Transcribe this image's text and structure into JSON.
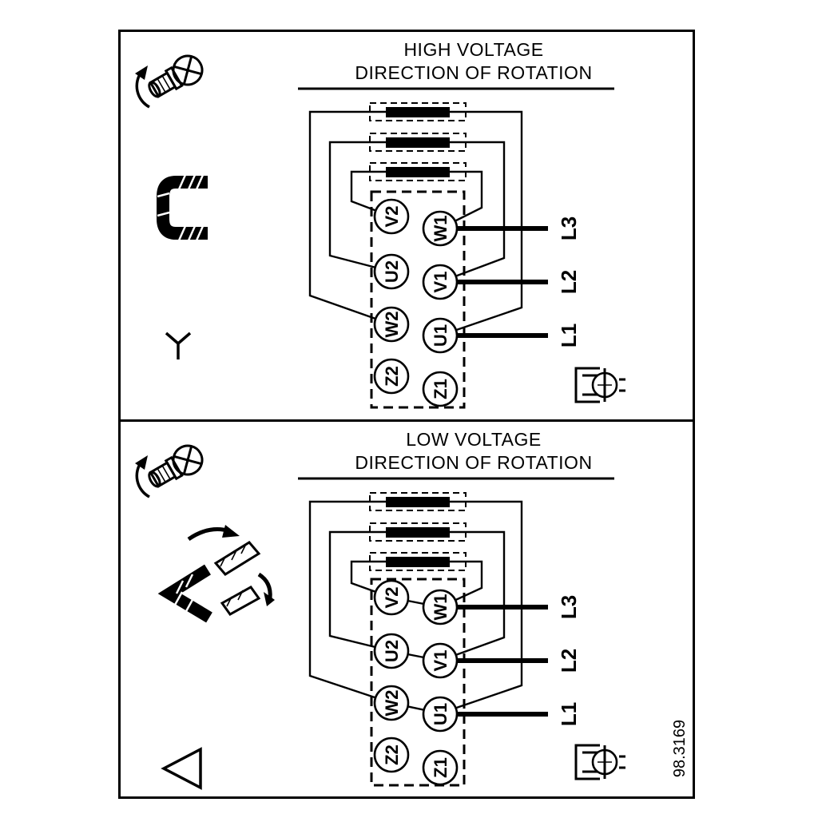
{
  "figure": {
    "number": "98.3169"
  },
  "panels": [
    {
      "id": "high-voltage",
      "title_line1": "HIGH VOLTAGE",
      "title_line2": "DIRECTION OF ROTATION",
      "terminals_left": [
        "V2",
        "U2",
        "W2",
        "Z2"
      ],
      "terminals_right": [
        "W1",
        "V1",
        "U1",
        "Z1"
      ],
      "supply_lines": [
        "L3",
        "L2",
        "L1"
      ],
      "winding_symbol": "star"
    },
    {
      "id": "low-voltage",
      "title_line1": "LOW VOLTAGE",
      "title_line2": "DIRECTION OF ROTATION",
      "terminals_left": [
        "V2",
        "U2",
        "W2",
        "Z2"
      ],
      "terminals_right": [
        "W1",
        "V1",
        "U1",
        "Z1"
      ],
      "supply_lines": [
        "L3",
        "L2",
        "L1"
      ],
      "winding_symbol": "delta"
    }
  ]
}
